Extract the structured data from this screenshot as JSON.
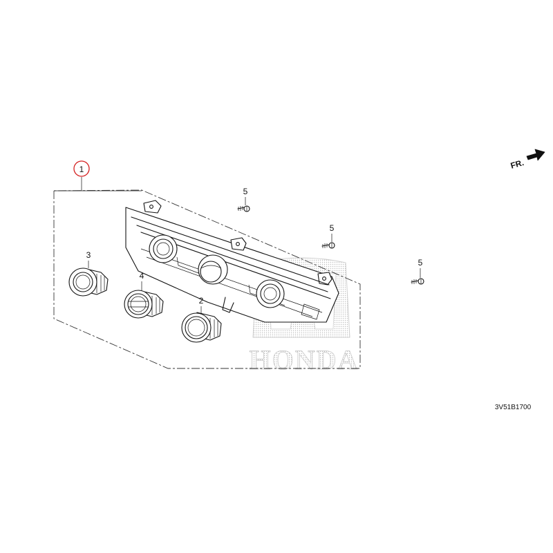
{
  "diagram": {
    "parts": [
      {
        "ref": "1",
        "kind": "assembly",
        "highlighted": true
      },
      {
        "ref": "2",
        "kind": "knob"
      },
      {
        "ref": "3",
        "kind": "knob"
      },
      {
        "ref": "4",
        "kind": "knob"
      },
      {
        "ref": "5",
        "kind": "screw",
        "count": 3
      }
    ],
    "labels": {
      "p1": "1",
      "p2": "2",
      "p3": "3",
      "p4": "4",
      "p5a": "5",
      "p5b": "5",
      "p5c": "5"
    },
    "direction_label": "FR.",
    "watermark": "HONDA",
    "diagram_code": "3V51B1700",
    "colors": {
      "line": "#111111",
      "highlight_circle": "#d42020",
      "watermark": "#c8c8c8"
    }
  }
}
